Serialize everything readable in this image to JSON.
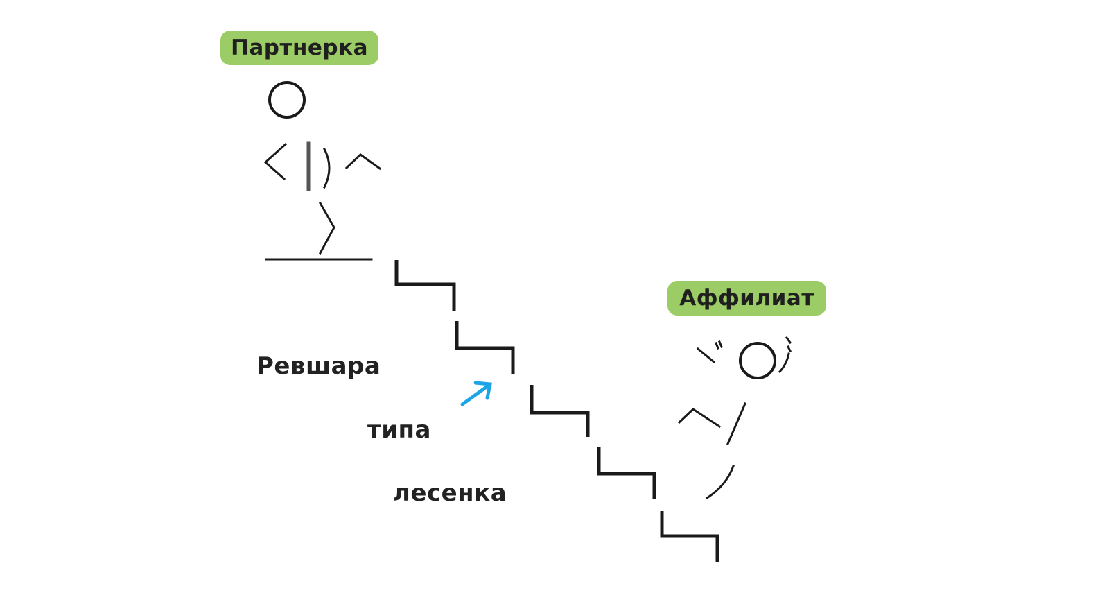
{
  "labels": {
    "partner": "Партнерка",
    "affiliate": "Аффилиат"
  },
  "caption": [
    "Ревшара",
    "типа",
    "лесенка"
  ],
  "colors": {
    "pill": "#9ccc65",
    "arrow": "#1ba4e6",
    "ink": "#1a1a1a"
  }
}
